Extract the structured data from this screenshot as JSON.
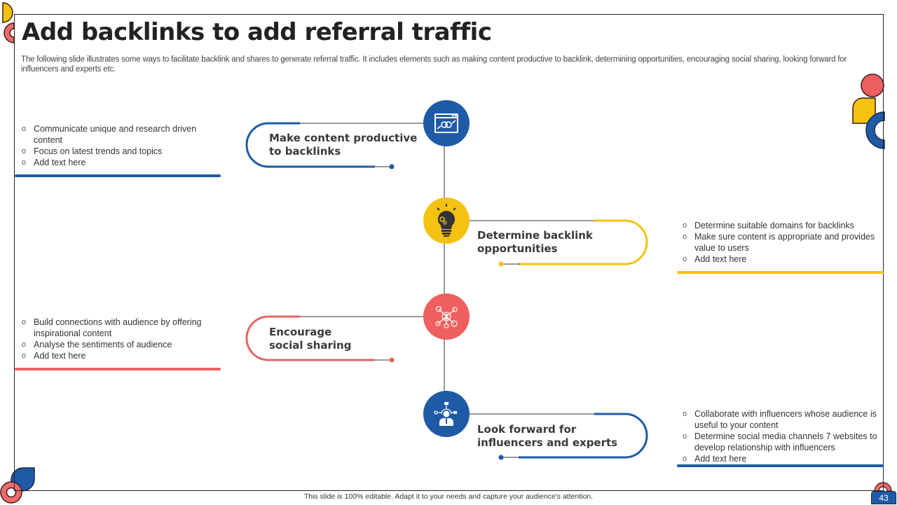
{
  "slide": {
    "title": "Add backlinks to add referral traffic",
    "subtitle": "The following slide illustrates some ways to facilitate backlink and shares to generate referral traffic. It includes elements such as making content productive to backlink, determining opportunities, encouraging social sharing, looking forward for influencers and experts etc.",
    "footer": "This slide is 100% editable. Adapt it to your needs and capture your audience's attention.",
    "page_number": "43"
  },
  "colors": {
    "blue": "#1f5aa6",
    "yellow": "#f5c211",
    "red": "#ef5f5f",
    "text": "#333333"
  },
  "steps": [
    {
      "label": "Make content productive to backlinks",
      "label_lines": [
        "Make content productive",
        "to backlinks"
      ],
      "icon": "web-link-icon",
      "color": "blue",
      "bullets": [
        "Communicate unique and research driven content",
        "Focus on latest trends and topics",
        "Add text here"
      ]
    },
    {
      "label": "Determine backlink opportunities",
      "label_lines": [
        "Determine backlink",
        "opportunities"
      ],
      "icon": "lightbulb-gear-icon",
      "color": "yellow",
      "bullets": [
        "Determine suitable domains for backlinks",
        "Make sure content is appropriate and provides value to users",
        "Add text here"
      ]
    },
    {
      "label": "Encourage social sharing",
      "label_lines": [
        "Encourage",
        "social sharing"
      ],
      "icon": "social-network-icon",
      "color": "red",
      "bullets": [
        "Build connections with audience by offering inspirational content",
        "Analyse the sentiments of audience",
        "Add text here"
      ]
    },
    {
      "label": "Look forward for influencers and experts",
      "label_lines": [
        "Look forward for",
        "influencers and experts"
      ],
      "icon": "influencer-icon",
      "color": "blue",
      "bullets": [
        "Collaborate with influencers whose audience is useful to your content",
        "Determine social media channels 7 websites to develop relationship with influencers",
        "Add text here"
      ]
    }
  ]
}
